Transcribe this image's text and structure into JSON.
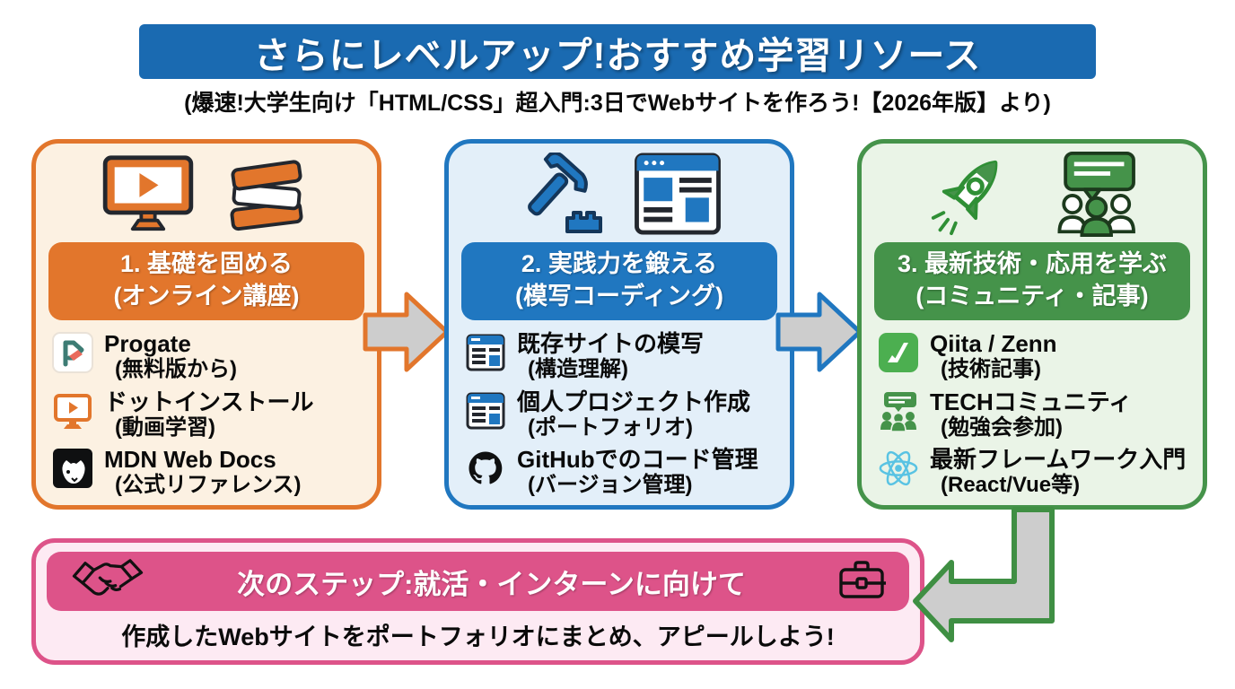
{
  "title": "さらにレベルアップ!おすすめ学習リソース",
  "subtitle": "(爆速!大学生向け「HTML/CSS」超入門:3日でWebサイトを作ろう!【2026年版】より)",
  "columns": [
    {
      "header_line1": "1. 基礎を固める",
      "header_line2": "(オンライン講座)",
      "top_icons": [
        "monitor-play-icon",
        "books-icon"
      ],
      "items": [
        {
          "icon": "progate-icon",
          "name": "Progate",
          "note": "(無料版から)"
        },
        {
          "icon": "dotinstall-monitor-icon",
          "name": "ドットインストール",
          "note": "(動画学習)"
        },
        {
          "icon": "mdn-icon",
          "name": "MDN Web Docs",
          "note": "(公式リファレンス)"
        }
      ]
    },
    {
      "header_line1": "2. 実践力を鍛える",
      "header_line2": "(模写コーディング)",
      "top_icons": [
        "hammer-icon",
        "browser-layout-icon"
      ],
      "items": [
        {
          "icon": "webpage-icon",
          "name": "既存サイトの模写",
          "note": "(構造理解)"
        },
        {
          "icon": "webpage-icon",
          "name": "個人プロジェクト作成",
          "note": "(ポートフォリオ)"
        },
        {
          "icon": "github-icon",
          "name": "GitHubでのコード管理",
          "note": "(バージョン管理)"
        }
      ]
    },
    {
      "header_line1": "3. 最新技術・応用を学ぶ",
      "header_line2": "(コミュニティ・記事)",
      "top_icons": [
        "rocket-icon",
        "community-icon"
      ],
      "items": [
        {
          "icon": "zenn-icon",
          "name": "Qiita / Zenn",
          "note": "(技術記事)"
        },
        {
          "icon": "tech-community-icon",
          "name": "TECHコミュニティ",
          "note": "(勉強会参加)"
        },
        {
          "icon": "react-icon",
          "name": "最新フレームワーク入門",
          "note": "(React/Vue等)"
        }
      ]
    }
  ],
  "next_step": {
    "header": "次のステップ:就活・インターンに向けて",
    "body": "作成したWebサイトをポートフォリオにまとめ、アピールしよう!"
  },
  "colors": {
    "title_bg": "#1a6ab1",
    "step1_accent": "#e2762c",
    "step2_accent": "#2077c0",
    "step3_accent": "#45934a",
    "step1_bg": "#fcf1e2",
    "step2_bg": "#e3eff9",
    "step3_bg": "#eaf4e7",
    "next_accent": "#dd5389",
    "next_bg": "#fdeaf3",
    "arrow_fill": "#cdcdcd",
    "react_blue": "#59c3e3",
    "zenn_green": "#4caf50"
  }
}
